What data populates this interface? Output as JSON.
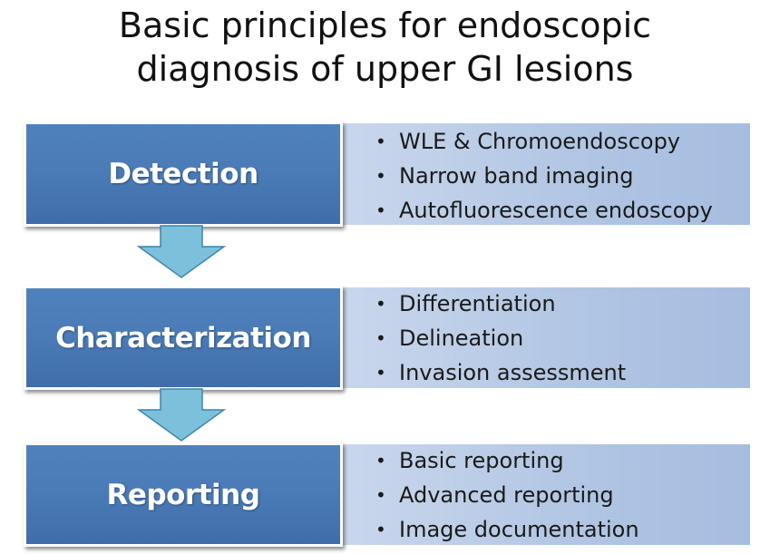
{
  "title": {
    "line1": "Basic principles for endoscopic",
    "line2": "diagnosis of upper GI lesions"
  },
  "colors": {
    "box_fill": "#4f81bd",
    "band_fill": "#b8cbe6",
    "arrow_fill": "#7cc0dc",
    "arrow_stroke": "#3d86a9"
  },
  "steps": [
    {
      "label": "Detection",
      "items": [
        "WLE & Chromoendoscopy",
        "Narrow band imaging",
        "Autofluorescence endoscopy"
      ]
    },
    {
      "label": "Characterization",
      "items": [
        "Differentiation",
        "Delineation",
        "Invasion assessment"
      ]
    },
    {
      "label": "Reporting",
      "items": [
        "Basic reporting",
        "Advanced reporting",
        "Image documentation"
      ]
    }
  ],
  "bullet_glyph": "•"
}
